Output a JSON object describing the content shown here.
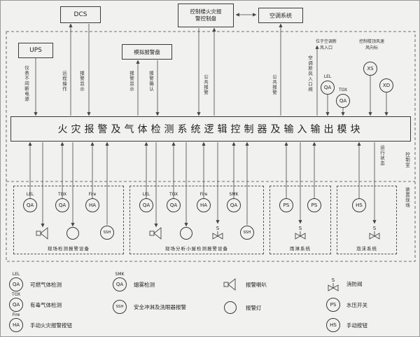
{
  "colors": {
    "bg": "#f1f1ef",
    "line": "#444444",
    "text": "#222222"
  },
  "boxes": {
    "dcs": "DCS",
    "fire_panel": "控制楼火灾报警控制盘",
    "hvac": "空调系统",
    "ups": "UPS",
    "analog_panel": "模拟报警盘"
  },
  "controller_label": "火灾报警及气体检测系统逻辑控制器及输入输出模块",
  "notes": {
    "hvac_inlet": "位于空调新风入口",
    "roof_wind": "控制楼顶风速风向标"
  },
  "line_labels": {
    "ups_power": "仪表不间断电源",
    "remote_op": "远程操作",
    "dcs_alarm_display": "报警显示",
    "panel_alarm_display": "报警显示",
    "panel_alarm_ack": "报警确认",
    "fire_common_alarm": "公共报警",
    "hvac_common_alarm": "公共报警",
    "fresh_air_valve": "空调新风入口阀",
    "run_status": "运行状态"
  },
  "zones": {
    "control_room": "控制室",
    "field": "装置现场"
  },
  "tags": {
    "qa": "QA",
    "ha": "HA",
    "ssh": "SSH",
    "ps": "PS",
    "hs": "HS",
    "xs": "XS",
    "xd": "XD"
  },
  "subs": {
    "lel": "LEL",
    "tox": "TOX",
    "fire": "Fire",
    "smk": "SMK"
  },
  "groups": [
    {
      "caption": "现场检测报警设备"
    },
    {
      "caption": "现场分析小屋检测报警设备"
    },
    {
      "caption": "雨淋系统"
    },
    {
      "caption": "泡沫系统"
    }
  ],
  "legend": [
    {
      "label": "可燃气体检测"
    },
    {
      "label": "有毒气体检测"
    },
    {
      "label": "手动火灾报警按钮"
    },
    {
      "label": "烟雾检测"
    },
    {
      "label": "安全冲淋及洗眼器报警"
    },
    {
      "label": "报警喇叭"
    },
    {
      "label": "报警灯"
    },
    {
      "label": "消防阀"
    },
    {
      "label": "水压开关"
    },
    {
      "label": "手动按钮"
    }
  ],
  "icons": {
    "valve_letter": "S"
  }
}
